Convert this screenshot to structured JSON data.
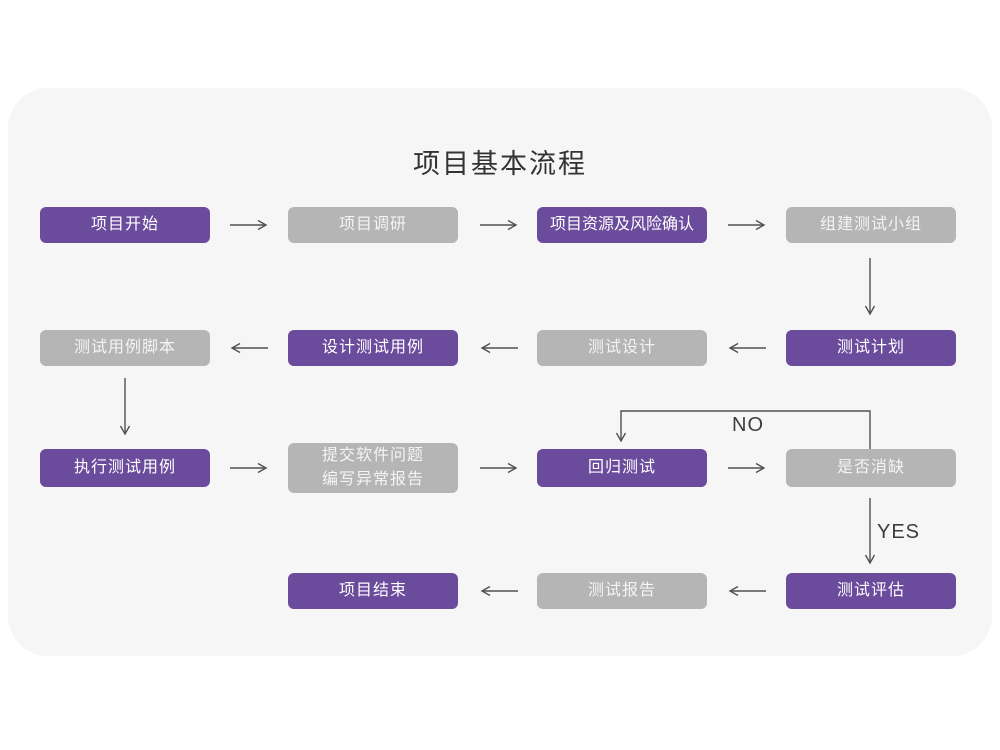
{
  "title": "项目基本流程",
  "flow_labels": {
    "no": "NO",
    "yes": "YES"
  },
  "colors": {
    "purple": "#6a4b9c",
    "gray": "#b5b5b5",
    "card_background": "#f6f6f7",
    "arrow": "#515151",
    "label_text": "#3d3d3d",
    "title_text": "#333333"
  },
  "nodes": [
    {
      "id": "project-start",
      "label": "项目开始",
      "variant": "purple"
    },
    {
      "id": "project-research",
      "label": "项目调研",
      "variant": "gray"
    },
    {
      "id": "resources-risk",
      "label": "项目资源及风险确认",
      "variant": "purple"
    },
    {
      "id": "build-test-team",
      "label": "组建测试小组",
      "variant": "gray"
    },
    {
      "id": "test-plan",
      "label": "测试计划",
      "variant": "purple"
    },
    {
      "id": "test-design",
      "label": "测试设计",
      "variant": "gray"
    },
    {
      "id": "design-test-cases",
      "label": "设计测试用例",
      "variant": "purple"
    },
    {
      "id": "test-case-script",
      "label": "测试用例脚本",
      "variant": "gray"
    },
    {
      "id": "execute-test-cases",
      "label": "执行测试用例",
      "variant": "purple"
    },
    {
      "id": "submit-issues",
      "label": "提交软件问题\n编写异常报告",
      "variant": "gray"
    },
    {
      "id": "regression-test",
      "label": "回归测试",
      "variant": "purple"
    },
    {
      "id": "defect-cleared",
      "label": "是否消缺",
      "variant": "gray"
    },
    {
      "id": "test-evaluation",
      "label": "测试评估",
      "variant": "purple"
    },
    {
      "id": "test-report",
      "label": "测试报告",
      "variant": "gray"
    },
    {
      "id": "project-end",
      "label": "项目结束",
      "variant": "purple"
    }
  ]
}
